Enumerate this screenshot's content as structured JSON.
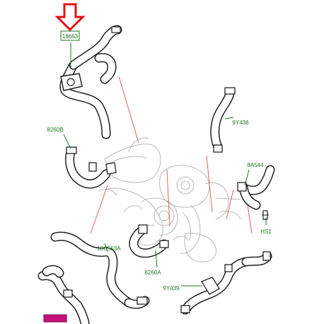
{
  "callouts": {
    "c18663": "18663",
    "c8260B": "8260B",
    "c9Y438": "9Y438",
    "c8A544": "8A544",
    "c18C553A": "18C553A",
    "cHS1": "HS1",
    "c8260A": "8260A",
    "c9Y439": "9Y439",
    "c_bottom_left": ""
  },
  "colors": {
    "label_text": "#1e7a1e",
    "label_box": "#1e7a1e",
    "highlight_box": "#c8107a",
    "arrow": "#e01010",
    "reference_lines": "#e06060",
    "hose_outline": "#222222",
    "engine_ghost": "#b8b8b8"
  },
  "icons": {
    "pointer": "down-arrow-icon"
  }
}
